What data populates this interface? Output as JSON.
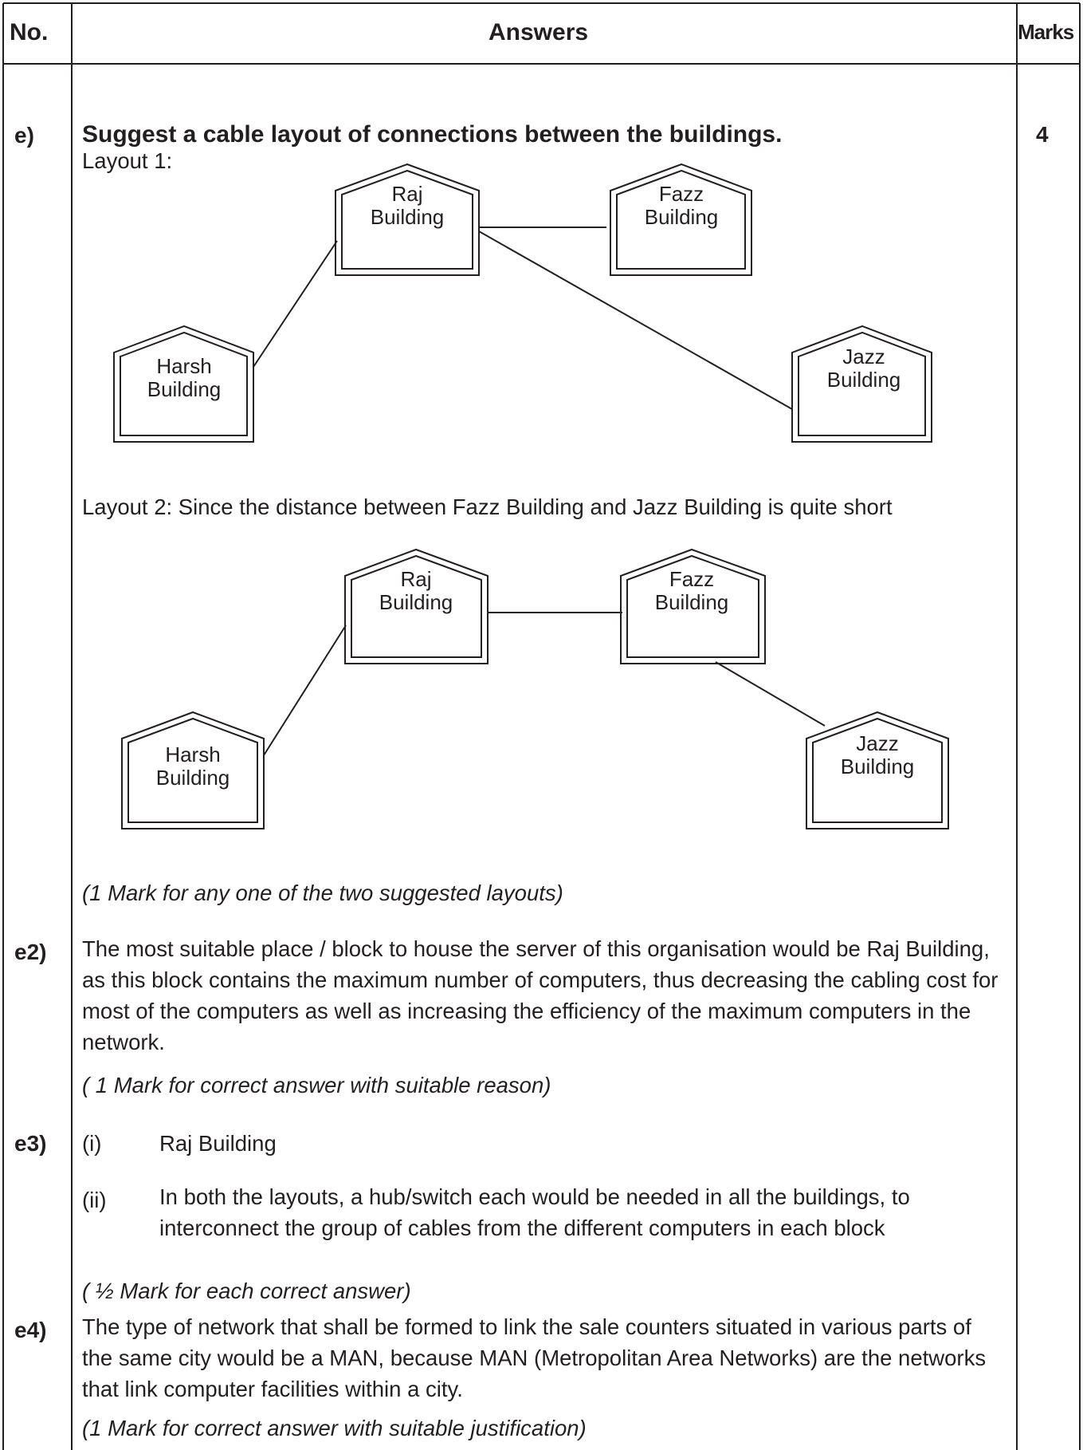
{
  "header": {
    "no": "No.",
    "answers": "Answers",
    "marks": "Marks"
  },
  "rows": {
    "e1_no": "e)",
    "e1_question": "Suggest a cable layout of connections between the buildings.",
    "e1_marks": "4",
    "layout1_label": "Layout 1:",
    "layout2_label": "Layout 2:  Since the distance between Fazz Building and Jazz Building is quite short",
    "buildings": {
      "raj": [
        "Raj",
        "Building"
      ],
      "fazz": [
        "Fazz",
        "Building"
      ],
      "harsh": [
        "Harsh",
        "Building"
      ],
      "jazz": [
        "Jazz",
        "Building"
      ]
    },
    "e1_note": "(1 Mark for any one of the two suggested layouts)",
    "e2_no": "e2)",
    "e2_text": "The most suitable place / block to house the server of this organisation would be Raj Building, as this block contains the maximum number of computers, thus decreasing the cabling cost for most of the computers as well as increasing the efficiency of the maximum computers in the network.",
    "e2_note": "( 1 Mark for correct answer with suitable reason)",
    "e3_no": "e3)",
    "e3_i_num": "(i)",
    "e3_i_text": "Raj Building",
    "e3_ii_num": "(ii)",
    "e3_ii_text": "In both the layouts, a hub/switch each would be needed in all the buildings, to interconnect the group of cables from the different computers in each block",
    "e3_note": "( ½ Mark for each correct answer)",
    "e4_no": "e4)",
    "e4_text": "The type of network that shall be formed to link the sale counters situated in various parts of the same city would be a MAN, because MAN (Metropolitan Area Networks) are the networks that link computer facilities within a city.",
    "e4_note": "(1 Mark for correct answer with suitable justification)"
  }
}
